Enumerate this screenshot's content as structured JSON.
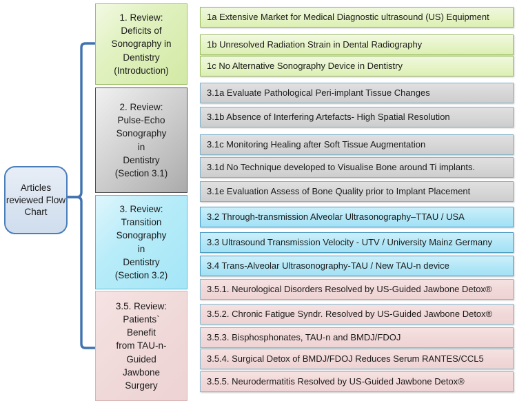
{
  "diagram": {
    "root": {
      "label": "Articles\nreviewed\nFlow\nChart"
    },
    "sections": [
      {
        "id": "section-1",
        "label": "1. Review:\nDeficits of\nSonography in\nDentistry\n(Introduction)",
        "color": "#d2e9a4"
      },
      {
        "id": "section-2",
        "label": "2. Review:\nPulse-Echo\nSonography\nin\nDentistry\n(Section 3.1)",
        "color": "#bdbdbd"
      },
      {
        "id": "section-3",
        "label": "3. Review:\nTransition\nSonography\nin\nDentistry\n(Section 3.2)",
        "color": "#a4e6f7"
      },
      {
        "id": "section-4",
        "label": "3.5. Review:\nPatients`\nBenefit\nfrom TAU-n-\nGuided\nJawbone\nSurgery",
        "color": "#eed3d3"
      }
    ],
    "items": [
      {
        "id": "item-1a",
        "label": "1a Extensive Market for Medical Diagnostic ultrasound (US) Equipment",
        "group": "green"
      },
      {
        "id": "item-1b",
        "label": "1b Unresolved Radiation Strain in Dental Radiography",
        "group": "green"
      },
      {
        "id": "item-1c",
        "label": "1c No Alternative Sonography Device in Dentistry",
        "group": "green"
      },
      {
        "id": "item-31a",
        "label": "3.1a Evaluate Pathological Peri-implant Tissue Changes",
        "group": "gray"
      },
      {
        "id": "item-31b",
        "label": "3.1b Absence of Interfering Artefacts- High Spatial Resolution",
        "group": "gray"
      },
      {
        "id": "item-31c",
        "label": "3.1c Monitoring Healing after Soft Tissue Augmentation",
        "group": "gray"
      },
      {
        "id": "item-31d",
        "label": "3.1d No Technique developed to Visualise Bone around Ti implants.",
        "group": "gray"
      },
      {
        "id": "item-31e",
        "label": "3.1e Evaluation Assess of Bone Quality prior to Implant Placement",
        "group": "gray"
      },
      {
        "id": "item-32",
        "label": "3.2 Through-transmission Alveolar Ultrasonography–TTAU / USA",
        "group": "blue"
      },
      {
        "id": "item-33",
        "label": "3.3 Ultrasound Transmission Velocity - UTV / University Mainz Germany",
        "group": "blue"
      },
      {
        "id": "item-34",
        "label": "3.4 Trans-Alveolar Ultrasonography-TAU / New TAU-n device",
        "group": "blue"
      },
      {
        "id": "item-351",
        "label": "3.5.1. Neurological Disorders Resolved by US-Guided Jawbone Detox®",
        "group": "pink"
      },
      {
        "id": "item-352",
        "label": "3.5.2. Chronic Fatigue Syndr. Resolved by US-Guided Jawbone Detox®",
        "group": "pink"
      },
      {
        "id": "item-353",
        "label": "3.5.3. Bisphosphonates, TAU-n and BMDJ/FDOJ",
        "group": "pink"
      },
      {
        "id": "item-354",
        "label": "3.5.4. Surgical Detox of BMDJ/FDOJ Reduces Serum RANTES/CCL5",
        "group": "pink"
      },
      {
        "id": "item-355",
        "label": "3.5.5. Neurodermatitis Resolved by US-Guided Jawbone Detox®",
        "group": "pink"
      }
    ],
    "connector_color": "#3f72af"
  }
}
